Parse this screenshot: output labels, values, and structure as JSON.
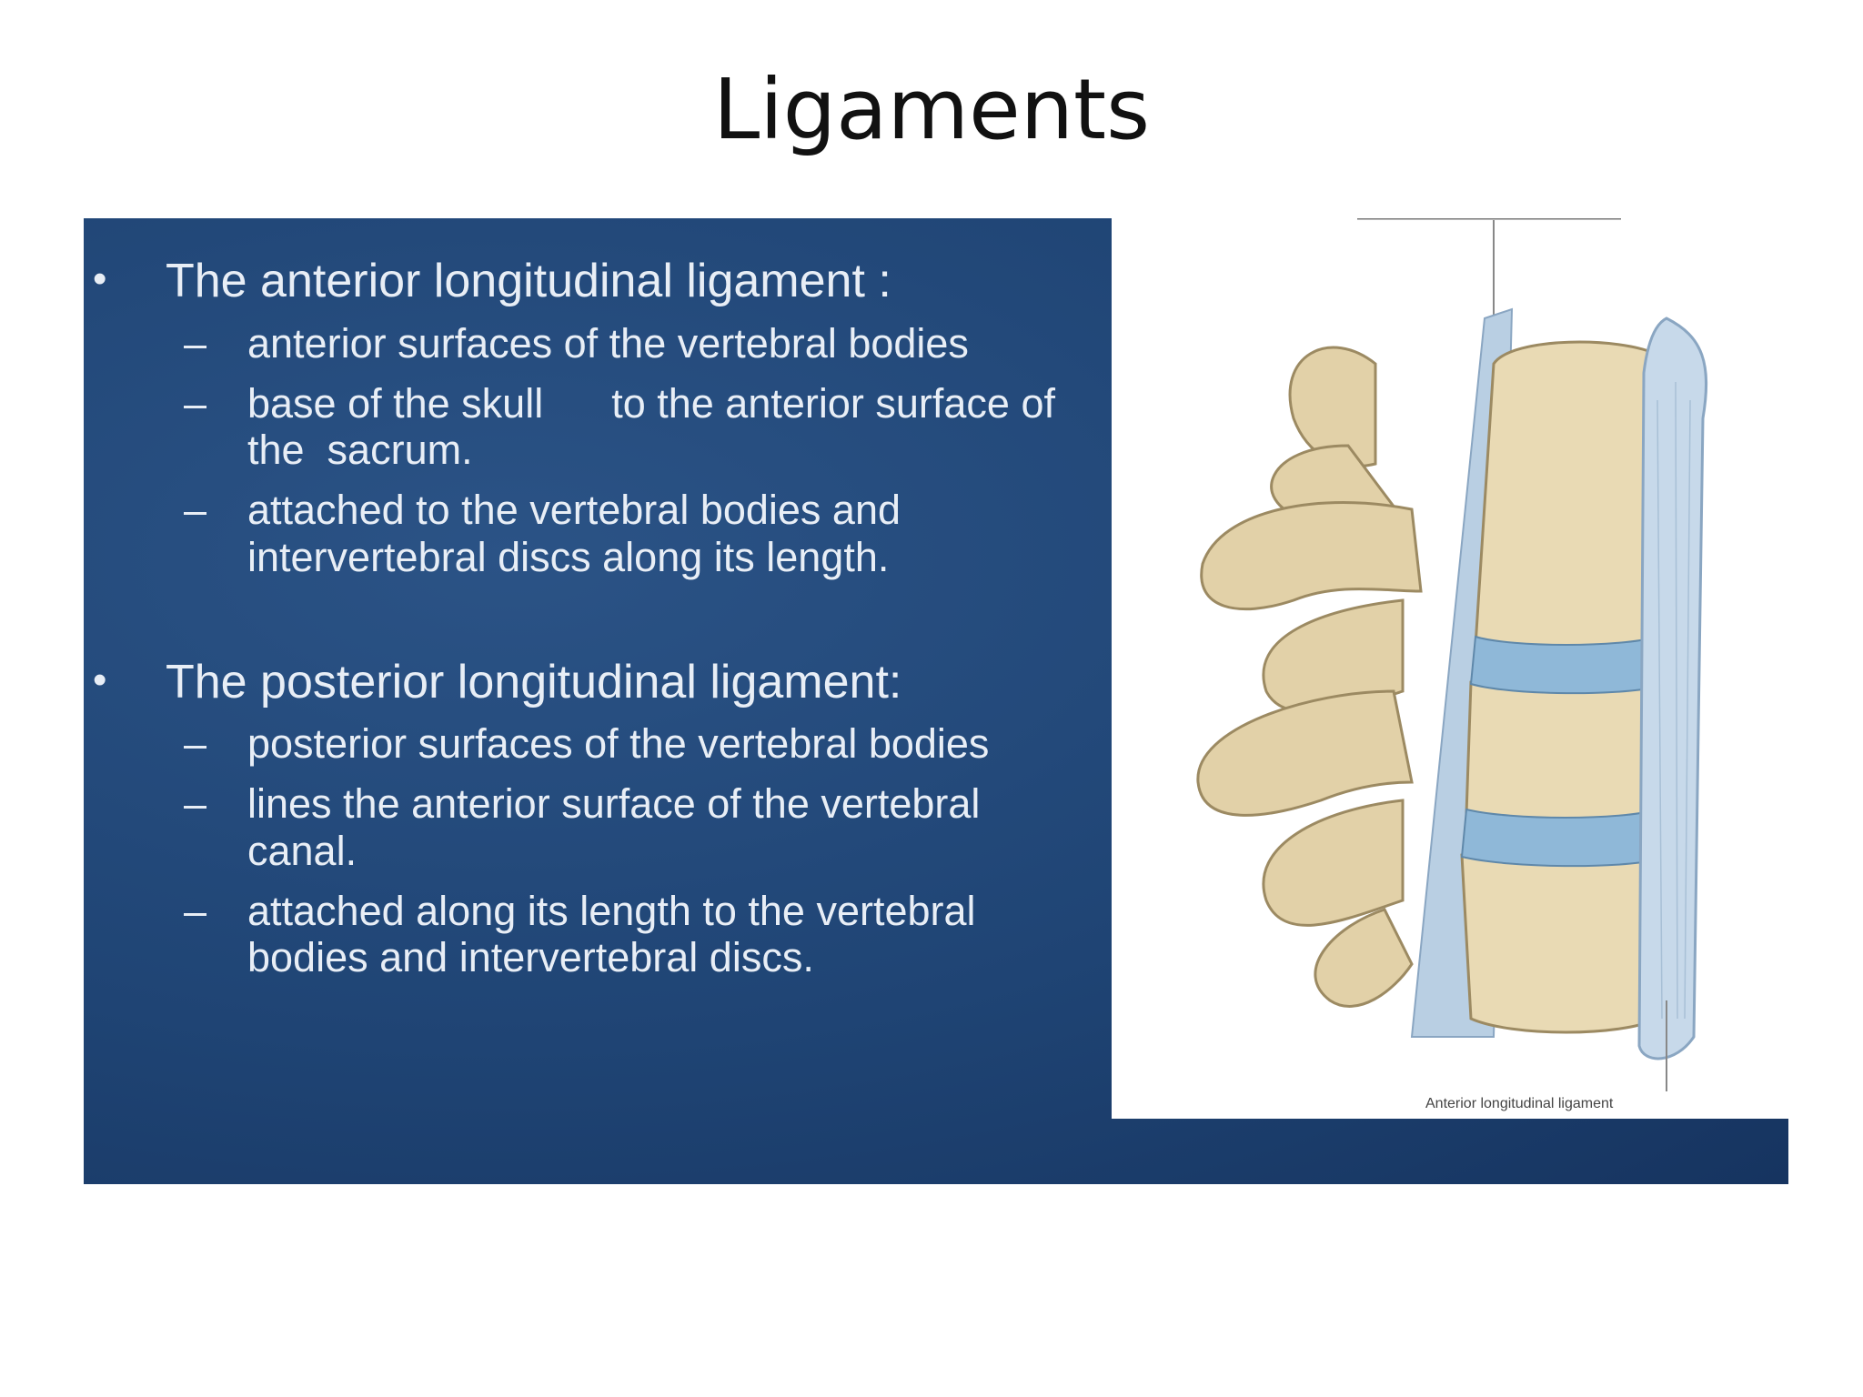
{
  "title": "Ligaments",
  "sections": [
    {
      "heading": "The anterior longitudinal ligament :",
      "items": [
        "anterior surfaces of the vertebral bodies",
        "base of the skull      to the anterior surface of the  sacrum.",
        "attached to the vertebral bodies and intervertebral  discs along its length."
      ]
    },
    {
      "heading": "The posterior longitudinal ligament:",
      "items": [
        "posterior surfaces of the vertebral bodies",
        "lines the anterior surface of the vertebral canal.",
        "attached along its length to the vertebral bodies  and intervertebral discs."
      ]
    }
  ],
  "figure": {
    "caption_bottom": "Anterior longitudinal ligament"
  },
  "colors": {
    "panel": "#1f4474",
    "bone": "#e6d6b0",
    "disc": "#8fb8d8",
    "ligament": "#c7d9ea"
  },
  "icons": [
    "bullet-dot",
    "dash"
  ]
}
